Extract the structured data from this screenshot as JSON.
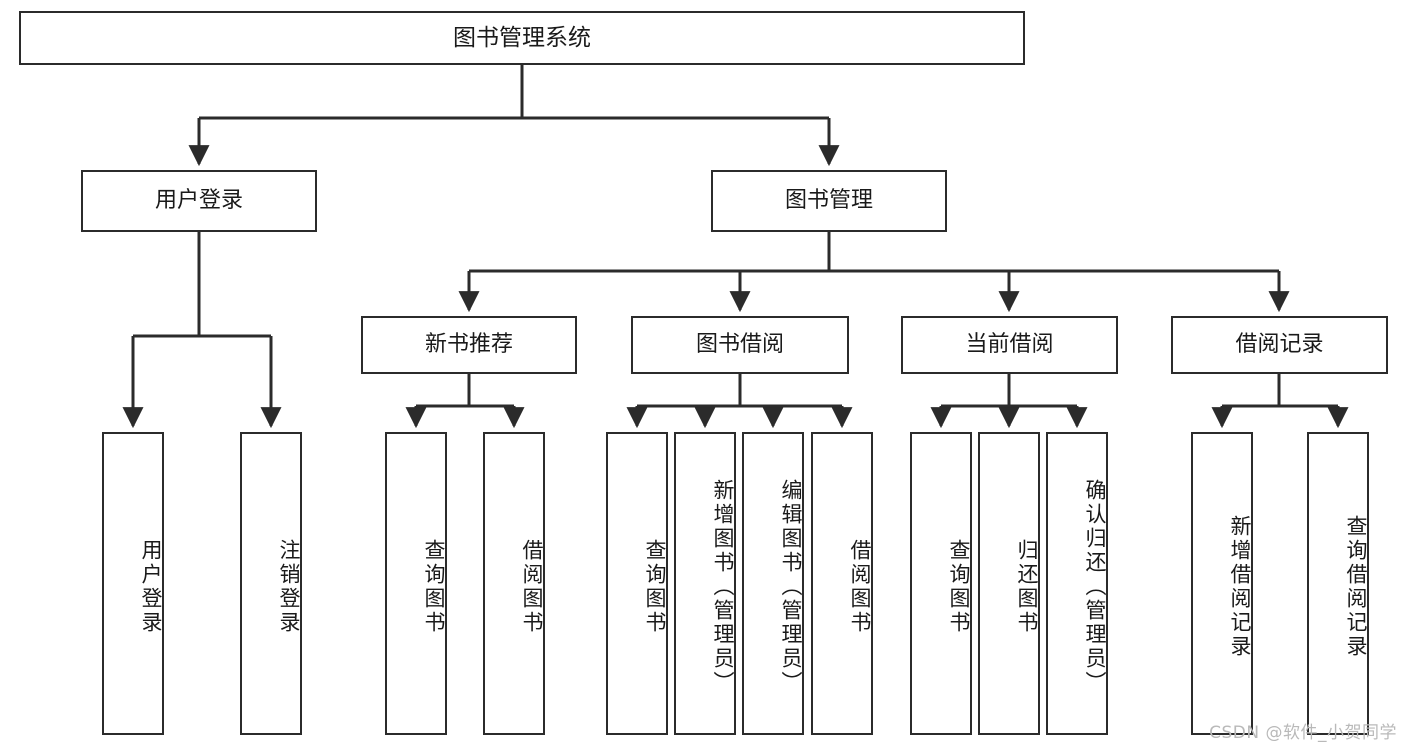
{
  "diagram": {
    "type": "tree-hierarchy-flowchart",
    "root": {
      "id": "root",
      "label": "图书管理系统"
    },
    "level2": [
      {
        "id": "user-login",
        "label": "用户登录"
      },
      {
        "id": "book-management",
        "label": "图书管理"
      }
    ],
    "level3": [
      {
        "id": "new-book-recommend",
        "label": "新书推荐"
      },
      {
        "id": "book-borrow",
        "label": "图书借阅"
      },
      {
        "id": "current-borrow",
        "label": "当前借阅"
      },
      {
        "id": "borrow-record",
        "label": "借阅记录"
      }
    ],
    "leaves": [
      {
        "id": "leaf-user-login",
        "label": "用户登录",
        "parent": "user-login"
      },
      {
        "id": "leaf-logout-login",
        "label": "注销登录",
        "parent": "user-login"
      },
      {
        "id": "leaf-query-book-1",
        "label": "查询图书",
        "parent": "new-book-recommend"
      },
      {
        "id": "leaf-borrow-book-1",
        "label": "借阅图书",
        "parent": "new-book-recommend"
      },
      {
        "id": "leaf-query-book-2",
        "label": "查询图书",
        "parent": "book-borrow"
      },
      {
        "id": "leaf-add-book",
        "label": "新增图书（管理员）",
        "parent": "book-borrow"
      },
      {
        "id": "leaf-edit-book",
        "label": "编辑图书（管理员）",
        "parent": "book-borrow"
      },
      {
        "id": "leaf-borrow-book-2",
        "label": "借阅图书",
        "parent": "book-borrow"
      },
      {
        "id": "leaf-query-book-3",
        "label": "查询图书",
        "parent": "current-borrow"
      },
      {
        "id": "leaf-return-book",
        "label": "归还图书",
        "parent": "current-borrow"
      },
      {
        "id": "leaf-confirm-return",
        "label": "确认归还（管理员）",
        "parent": "current-borrow"
      },
      {
        "id": "leaf-add-record",
        "label": "新增借阅记录",
        "parent": "borrow-record"
      },
      {
        "id": "leaf-query-record",
        "label": "查询借阅记录",
        "parent": "borrow-record"
      }
    ],
    "colors": {
      "stroke": "#2b2b2b",
      "fill": "#ffffff",
      "text": "#1a1a1a",
      "watermark": "#b9b9b9"
    }
  },
  "watermark": {
    "text": "CSDN @软件_小贺同学"
  }
}
